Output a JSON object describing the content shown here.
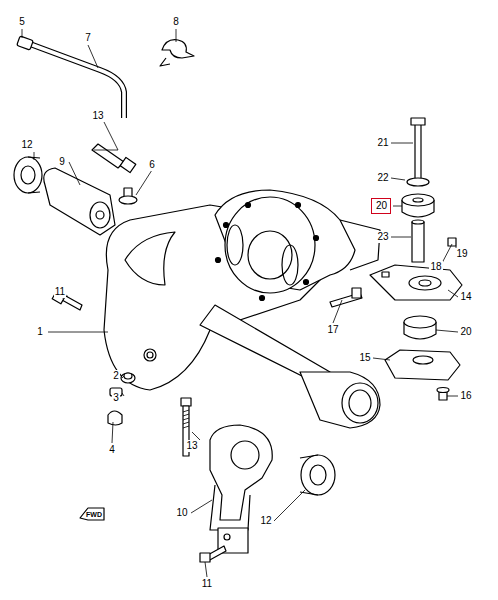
{
  "diagram": {
    "nodes": [
      {
        "text": [
          "20"
        ]
      }
    ],
    "labels": [
      "5",
      "7",
      "8",
      "12",
      "9",
      "13",
      "6",
      "21",
      "22",
      "23",
      "19",
      "18",
      "11",
      "14",
      "17",
      "1",
      "20",
      "15",
      "16",
      "2",
      "3",
      "4",
      "13",
      "10",
      "12",
      "11",
      "FWD"
    ]
  }
}
